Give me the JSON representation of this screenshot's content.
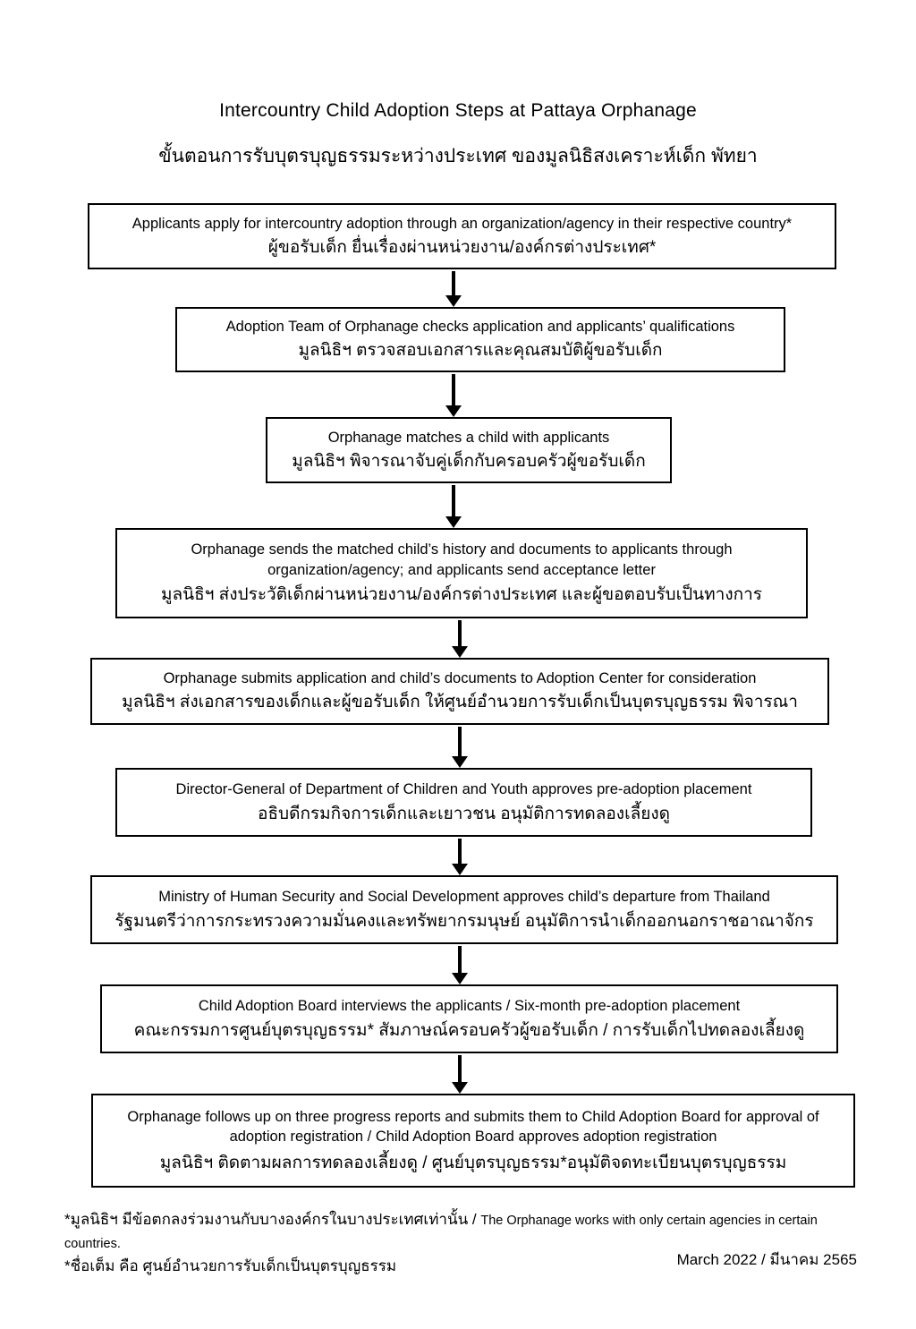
{
  "page": {
    "title_en": "Intercountry Child Adoption Steps at Pattaya Orphanage",
    "title_th": "ขั้นตอนการรับบุตรบุญธรรมระหว่างประเทศ ของมูลนิธิสงเคราะห์เด็ก พัทยา"
  },
  "flowchart": {
    "steps": [
      {
        "en": "Applicants apply for intercountry adoption through an organization/agency in their respective country*",
        "th": "ผู้ขอรับเด็ก ยื่นเรื่องผ่านหน่วยงาน/องค์กรต่างประเทศ*"
      },
      {
        "en": "Adoption Team of Orphanage checks application and applicants’ qualifications",
        "th": "มูลนิธิฯ ตรวจสอบเอกสารและคุณสมบัติผู้ขอรับเด็ก"
      },
      {
        "en": "Orphanage matches a child with applicants",
        "th": "มูลนิธิฯ พิจารณาจับคู่เด็กกับครอบครัวผู้ขอรับเด็ก"
      },
      {
        "en": "Orphanage sends the matched child’s history and documents to applicants through organization/agency; and applicants send acceptance letter",
        "th": "มูลนิธิฯ ส่งประวัติเด็กผ่านหน่วยงาน/องค์กรต่างประเทศ และผู้ขอตอบรับเป็นทางการ"
      },
      {
        "en": "Orphanage submits application and child’s documents to Adoption Center for consideration",
        "th": "มูลนิธิฯ ส่งเอกสารของเด็กและผู้ขอรับเด็ก ให้ศูนย์อำนวยการรับเด็กเป็นบุตรบุญธรรม พิจารณา"
      },
      {
        "en": "Director-General of Department of Children and Youth approves pre-adoption placement",
        "th": "อธิบดีกรมกิจการเด็กและเยาวชน อนุมัติการทดลองเลี้ยงดู"
      },
      {
        "en": "Ministry of Human Security and Social Development approves child’s departure from Thailand",
        "th": "รัฐมนตรีว่าการกระทรวงความมั่นคงและทรัพยากรมนุษย์ อนุมัติการนำเด็กออกนอกราชอาณาจักร"
      },
      {
        "en": "Child Adoption Board interviews the applicants / Six-month pre-adoption placement",
        "th": "คณะกรรมการศูนย์บุตรบุญธรรม* สัมภาษณ์ครอบครัวผู้ขอรับเด็ก / การรับเด็กไปทดลองเลี้ยงดู"
      },
      {
        "en": "Orphanage follows up on three progress reports and submits them to Child Adoption Board for approval of adoption registration / Child Adoption Board approves adoption registration",
        "th": "มูลนิธิฯ ติดตามผลการทดลองเลี้ยงดู / ศูนย์บุตรบุญธรรม*อนุมัติจดทะเบียนบุตรบุญธรรม"
      }
    ]
  },
  "footnotes": {
    "line1_th": "*มูลนิธิฯ มีข้อตกลงร่วมงานกับบางองค์กรในบางประเทศเท่านั้น / ",
    "line1_en": "The Orphanage works with only certain agencies in certain countries.",
    "line2": "*ชื่อเต็ม คือ ศูนย์อำนวยการรับเด็กเป็นบุตรบุญธรรม",
    "date": "March 2022 / มีนาคม 2565"
  },
  "colors": {
    "background": "#ffffff",
    "text": "#000000",
    "border": "#000000"
  }
}
